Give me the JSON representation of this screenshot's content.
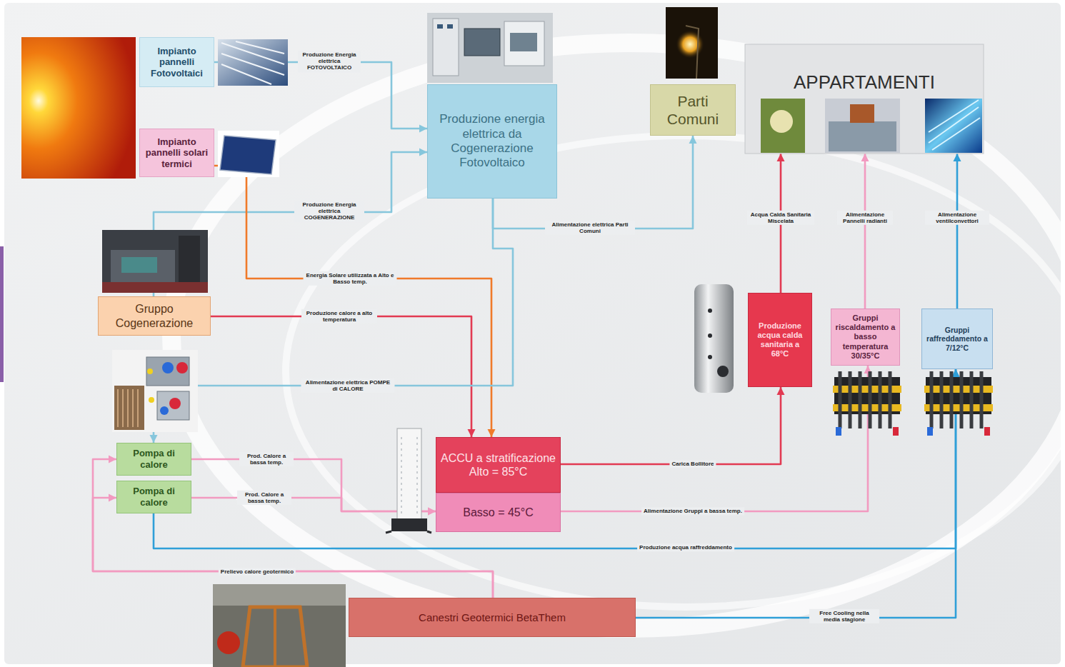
{
  "diagram": {
    "nodes": [
      {
        "text": [
          "Impianto pannelli Fotovoltaici"
        ]
      },
      {
        "text": [
          "Impianto pannelli solari termici"
        ]
      },
      {
        "text": [
          "Produzione energia elettrica da Cogenerazione Fotovoltaico"
        ]
      },
      {
        "text": [
          "Parti Comuni"
        ]
      },
      {
        "text": [
          "APPARTAMENTI"
        ]
      },
      {
        "text": [
          "Gruppo Cogenerazione"
        ]
      },
      {
        "text": [
          "Pompa di calore"
        ]
      },
      {
        "text": [
          "Pompa di calore"
        ]
      },
      {
        "text": [
          "ACCU a stratificazione Alto = 85°C"
        ]
      },
      {
        "text": [
          "Basso = 45°C"
        ]
      },
      {
        "text": [
          "Produzione acqua calda sanitaria a 68°C"
        ]
      },
      {
        "text": [
          "Gruppi riscaldamento a basso temperatura 30/35°C"
        ]
      },
      {
        "text": [
          "Gruppi raffreddamento a 7/12°C"
        ]
      },
      {
        "text": [
          "Canestri Geotermici BetaThem"
        ]
      }
    ],
    "edges": [
      {
        "from": 0,
        "to": 2,
        "arrow": "to",
        "label": "Produzione Energia elettrica FOTOVOLTAICO"
      },
      {
        "from": 5,
        "to": 2,
        "arrow": "to",
        "label": "Produzione Energia elettrica COGENERAZIONE"
      },
      {
        "from": 2,
        "to": 3,
        "arrow": "to",
        "label": "Alimentazione elettrica Parti Comuni"
      },
      {
        "from": 1,
        "to": 8,
        "arrow": "to",
        "label": "Energia Solare utilizzata a Alto e Basso temp."
      },
      {
        "from": 5,
        "to": 8,
        "arrow": "to",
        "label": "Produzione calore a alto temperatura"
      },
      {
        "from": 2,
        "to": 6,
        "arrow": "to",
        "label": "Alimentazione elettrica POMPE di CALORE"
      },
      {
        "from": 6,
        "to": 9,
        "arrow": "to",
        "label": "Prod. Calore a bassa temp."
      },
      {
        "from": 7,
        "to": 9,
        "arrow": "to",
        "label": "Prod. Calore a bassa temp."
      },
      {
        "from": 8,
        "to": 10,
        "arrow": "to",
        "label": "Carica Bollitore"
      },
      {
        "from": 9,
        "to": 11,
        "arrow": "to",
        "label": "Alimentazione Gruppi a bassa temp."
      },
      {
        "from": 7,
        "to": 12,
        "arrow": "to",
        "label": "Produzione acqua raffreddamento"
      },
      {
        "from": 13,
        "to": 12,
        "arrow": "to",
        "label": "Free Cooling nella media stagione"
      },
      {
        "from": 13,
        "to": 6,
        "arrow": "to",
        "label": "Prelievo calore geotermico"
      },
      {
        "from": 13,
        "to": 7,
        "arrow": "to"
      },
      {
        "from": 10,
        "to": 4,
        "arrow": "to",
        "label": "Acqua Calda Sanitaria Miscelata"
      },
      {
        "from": 11,
        "to": 4,
        "arrow": "to",
        "label": "Alimentazione Pannelli radianti"
      },
      {
        "from": 12,
        "to": 4,
        "arrow": "to",
        "label": "Alimentazione ventilconvettori"
      }
    ]
  }
}
